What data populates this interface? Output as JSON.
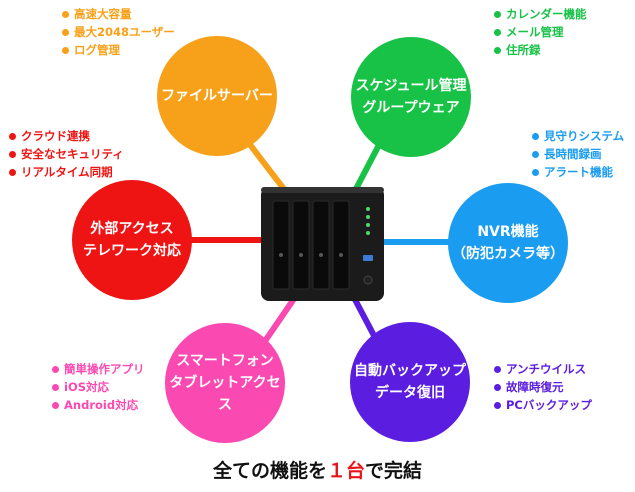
{
  "colors": {
    "orange": "#f7a11a",
    "green": "#17c246",
    "blue": "#1a9cf0",
    "red": "#ee1414",
    "pink": "#fb49b2",
    "purple": "#5b1ee0"
  },
  "nodes": {
    "file_server": {
      "line1": "ファイルサーバー",
      "line2": "",
      "notes": [
        "高速大容量",
        "最大2048ユーザー",
        "ログ管理"
      ]
    },
    "schedule": {
      "line1": "スケジュール管理",
      "line2": "グループウェア",
      "notes": [
        "カレンダー機能",
        "メール管理",
        "住所録"
      ]
    },
    "nvr": {
      "line1": "NVR機能",
      "line2": "（防犯カメラ等）",
      "notes": [
        "見守りシステム",
        "長時間録画",
        "アラート機能"
      ]
    },
    "backup": {
      "line1": "自動バックアップ",
      "line2": "データ復旧",
      "notes": [
        "アンチウイルス",
        "故障時復元",
        "PCバックアップ"
      ]
    },
    "smartphone": {
      "line1": "スマートフォン",
      "line2": "タブレットアクセス",
      "notes": [
        "簡単操作アプリ",
        "iOS対応",
        "Android対応"
      ]
    },
    "remote": {
      "line1": "外部アクセス",
      "line2": "テレワーク対応",
      "notes": [
        "クラウド連携",
        "安全なセキュリティ",
        "リアルタイム同期"
      ]
    }
  },
  "footer": {
    "before": "全ての機能を",
    "accent": "１台",
    "after": "で完結"
  },
  "device_icon": "nas-server-icon"
}
